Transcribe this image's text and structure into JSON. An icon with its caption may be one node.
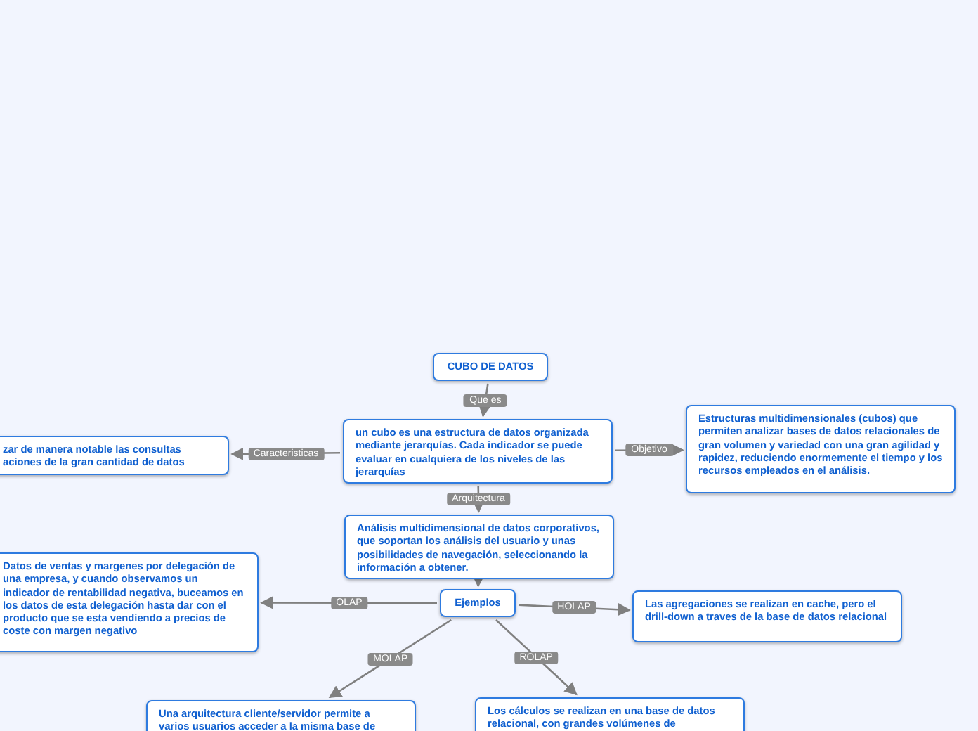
{
  "diagram": {
    "nodes": [
      {
        "text": [
          "CUBO DE DATOS"
        ]
      },
      {
        "text": [
          "un cubo es una estructura de datos organizada mediante jerarquías. Cada indicador se puede evaluar en cualquiera de los niveles de las jerarquías"
        ]
      },
      {
        "text": [
          "Estructuras multidimensionales (cubos) que permiten analizar bases de datos relacionales de gran volumen y variedad con una gran agilidad y rapidez, reduciendo enormemente el tiempo y los recursos empleados en el análisis."
        ]
      },
      {
        "text": [
          "zar de manera notable las consultas aciones de la gran cantidad de datos"
        ]
      },
      {
        "text": [
          "Análisis multidimensional de datos corporativos, que soportan los análisis del usuario y unas posibilidades de navegación, seleccionando la información a obtener."
        ]
      },
      {
        "text": [
          "Ejemplos"
        ]
      },
      {
        "text": [
          "Datos de ventas y margenes por delegación de una empresa, y cuando observamos un indicador de rentabilidad negativa, buceamos en los datos de esta delegación hasta dar con el producto que se esta vendiendo a precios de coste con margen negativo"
        ]
      },
      {
        "text": [
          "Las agregaciones se realizan en cache, pero el drill-down a traves de la base de datos relacional"
        ]
      },
      {
        "text": [
          "Una arquitectura cliente/servidor permite a varios usuarios acceder a la misma base de"
        ]
      },
      {
        "text": [
          "Los cálculos se realizan en una base de datos relacional, con grandes volúmenes de"
        ]
      }
    ],
    "edges": [
      {
        "from": 0,
        "to": 1,
        "arrow": "to",
        "label": "Que es"
      },
      {
        "from": 1,
        "to": 2,
        "arrow": "to",
        "label": "Objetivo"
      },
      {
        "from": 1,
        "to": 3,
        "arrow": "to",
        "label": "Caracteristicas"
      },
      {
        "from": 1,
        "to": 4,
        "arrow": "to",
        "label": "Arquitectura"
      },
      {
        "from": 4,
        "to": 5,
        "arrow": "to"
      },
      {
        "from": 5,
        "to": 6,
        "arrow": "to",
        "label": "OLAP"
      },
      {
        "from": 5,
        "to": 7,
        "arrow": "to",
        "label": "HOLAP"
      },
      {
        "from": 5,
        "to": 8,
        "arrow": "to",
        "label": "MOLAP"
      },
      {
        "from": 5,
        "to": 9,
        "arrow": "to",
        "label": "ROLAP"
      }
    ]
  }
}
